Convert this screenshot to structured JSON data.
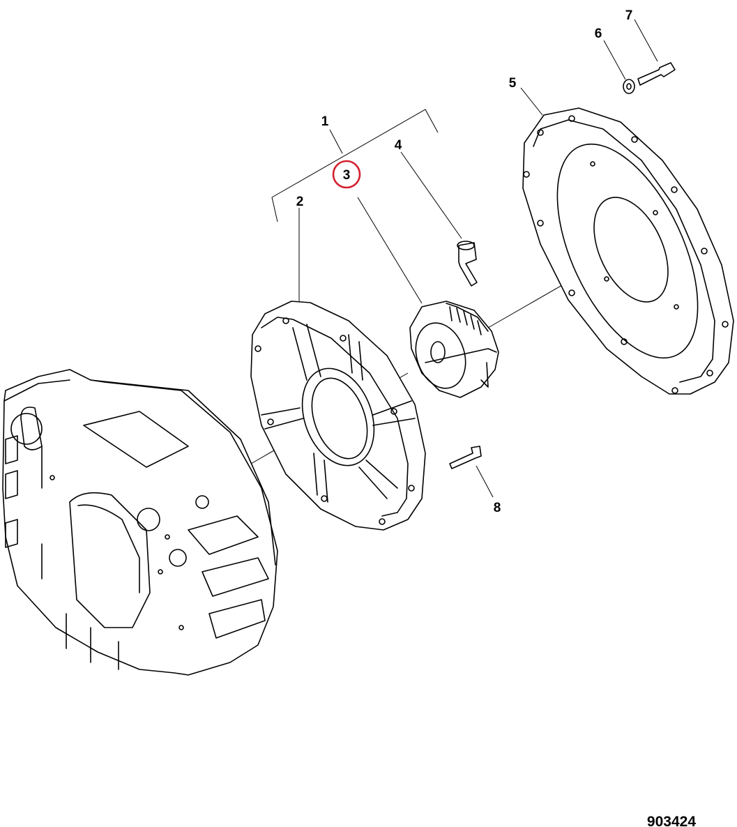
{
  "diagram": {
    "callouts": [
      {
        "id": "1",
        "label": "1"
      },
      {
        "id": "2",
        "label": "2"
      },
      {
        "id": "3",
        "label": "3"
      },
      {
        "id": "4",
        "label": "4"
      },
      {
        "id": "5",
        "label": "5"
      },
      {
        "id": "6",
        "label": "6"
      },
      {
        "id": "7",
        "label": "7"
      },
      {
        "id": "8",
        "label": "8"
      }
    ],
    "highlighted_callout": "3",
    "highlight_color": "#d3202f",
    "document_number": "903424"
  }
}
